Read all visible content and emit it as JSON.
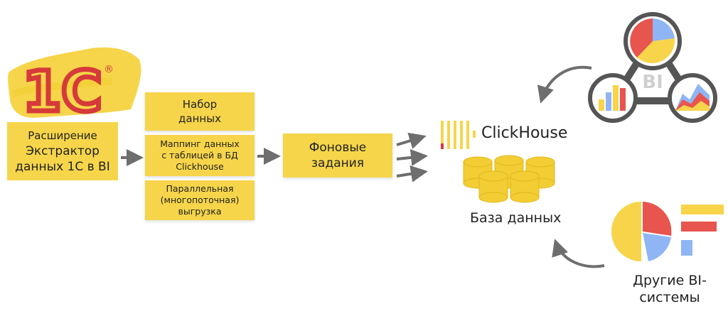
{
  "logo": {
    "text": "1С",
    "mark": "®"
  },
  "extension": {
    "line1": "Расширение",
    "line2": "Экстрактор",
    "line3": "данных 1С в BI"
  },
  "steps": [
    {
      "lines": [
        "Набор",
        "данных"
      ]
    },
    {
      "lines": [
        "Маппинг данных",
        "с таблицей в БД",
        "Clickhouse"
      ]
    },
    {
      "lines": [
        "Параллельная",
        "(многопоточная)",
        "выгрузка"
      ]
    }
  ],
  "background": {
    "lines": [
      "Фоновые",
      "задания"
    ]
  },
  "clickhouse": {
    "name": "ClickHouse",
    "db_label": "База данных"
  },
  "bi": {
    "label": "BI"
  },
  "other_bi": {
    "lines": [
      "Другие BI-",
      "системы"
    ]
  },
  "colors": {
    "accent_yellow": "#f6d54a",
    "logo_red": "#d63a3a",
    "arrow_gray": "#6e6e6e",
    "bi_red": "#e8544e",
    "bi_blue": "#8fb5f5",
    "bi_yellow": "#f8d44a"
  },
  "icons": [
    "1c-logo-icon",
    "clickhouse-logo-icon",
    "database-coins-icon",
    "bi-triangle-icon",
    "other-bi-icon",
    "arrow-icon"
  ]
}
